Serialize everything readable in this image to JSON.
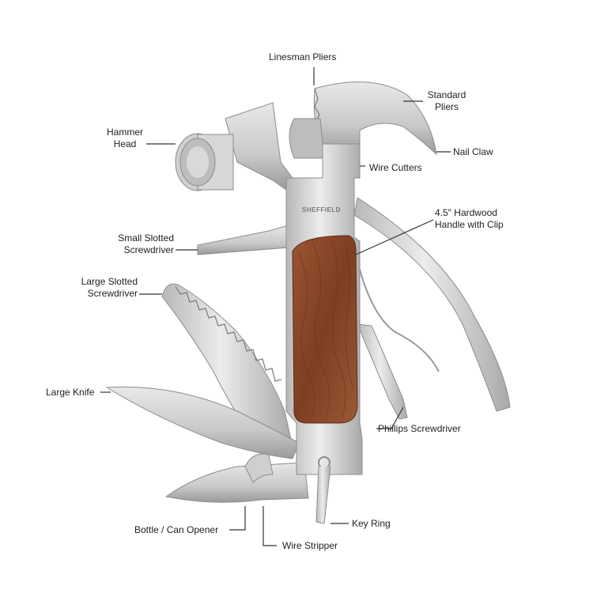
{
  "title": "",
  "brand_logo_text": "SHEFFIELD",
  "labels": {
    "linesman_pliers": "Linesman Pliers",
    "standard_pliers_1": "Standard",
    "standard_pliers_2": "Pliers",
    "hammer_head_1": "Hammer",
    "hammer_head_2": "Head",
    "nail_claw": "Nail Claw",
    "wire_cutters": "Wire Cutters",
    "handle_1": "4.5\" Hardwood",
    "handle_2": "Handle with Clip",
    "small_slotted_1": "Small Slotted",
    "small_slotted_2": "Screwdriver",
    "large_slotted_1": "Large Slotted",
    "large_slotted_2": "Screwdriver",
    "large_knife": "Large Knife",
    "phillips": "Phillips Screwdriver",
    "bottle_opener": "Bottle / Can Opener",
    "key_ring": "Key Ring",
    "wire_stripper": "Wire Stripper"
  },
  "colors": {
    "steel_light": "#e3e3e3",
    "steel_mid": "#c4c4c4",
    "steel_dark": "#8c8c8c",
    "wood": "#8a4a2c",
    "wood_dark": "#6b3219",
    "leader_line": "#333333",
    "text": "#222222"
  }
}
